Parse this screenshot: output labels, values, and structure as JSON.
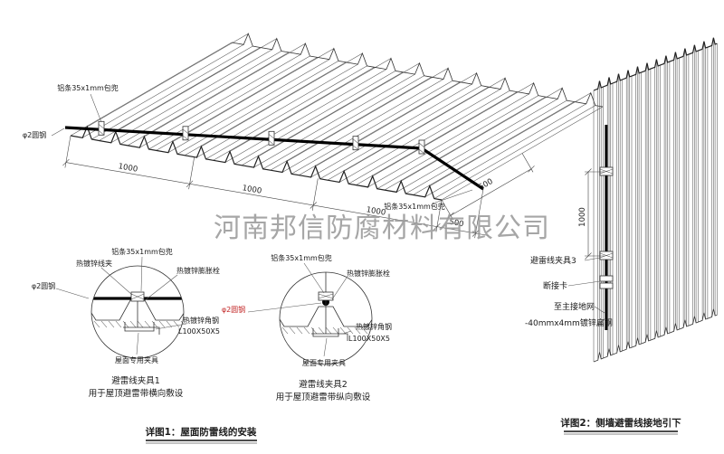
{
  "watermark": "河南邦信防腐材料有限公司",
  "roof_view": {
    "callout_aluminum_top": "铝条35x1mm包兜",
    "callout_round_steel": "φ2圆钢",
    "callout_aluminum_right": "铝条35x1mm包兜",
    "dim_1000_a": "1000",
    "dim_1000_b": "1000",
    "dim_1000_c": "1000",
    "dim_500_side": "500",
    "dim_500_bottom": "500"
  },
  "detail1": {
    "callout_aluminum": "铝条35x1mm包兜",
    "callout_clip": "热镀锌线夹",
    "callout_anchor": "热镀锌膨胀栓",
    "callout_round_steel": "φ2圆钢",
    "callout_angle_steel": "热镀锌角钢",
    "callout_angle_spec": "L100X50X5",
    "callout_roof_clamp": "屋面专用夹具",
    "title": "避雷线夹具1",
    "subtitle": "用于屋顶避雷带横向敷设"
  },
  "detail2": {
    "callout_aluminum": "铝条35x1mm包兜",
    "callout_anchor": "热镀锌膨胀栓",
    "callout_round_steel": "φ2圆钢",
    "callout_angle_steel": "热镀锌角钢",
    "callout_angle_spec": "L100X50X5",
    "callout_roof_clamp": "屋面专用夹具",
    "title": "避雷线夹具2",
    "subtitle": "用于屋顶避雷带纵向敷设"
  },
  "wall_view": {
    "dim_1000": "1000",
    "callout_clamp3": "避雷线夹具3",
    "callout_disconnect": "断接卡",
    "callout_to_ground": "至主接地网",
    "callout_flat_steel": "-40mmx4mm镀锌扁钢"
  },
  "captions": {
    "detail1": "详图1：屋面防雷线的安装",
    "detail2": "详图2：侧墙避雷线接地引下"
  },
  "colors": {
    "line": "#333333",
    "red_note": "#c22525",
    "watermark": "#979797"
  }
}
